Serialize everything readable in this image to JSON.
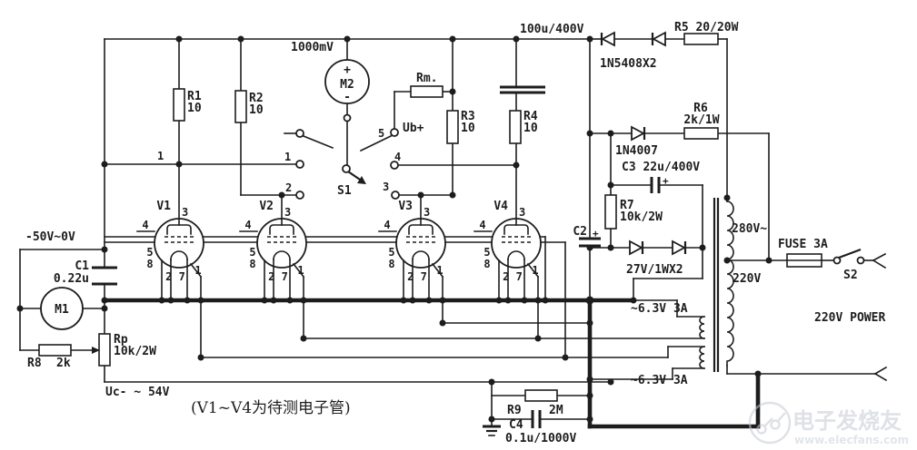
{
  "colors": {
    "ink": "#1d1d1d",
    "paper": "#ffffff",
    "watermark": "#c4c9d1"
  },
  "meters": {
    "m2_range": "1000mV",
    "m2": "M2",
    "m2_plus": "+",
    "m2_minus": "-",
    "m1": "M1"
  },
  "resistors": {
    "r1": "R1",
    "r1_v": "10",
    "r2": "R2",
    "r2_v": "10",
    "r3": "R3",
    "r3_v": "10",
    "r4": "R4",
    "r4_v": "10",
    "rm": "Rm.",
    "r5": "R5 20/20W",
    "r6": "R6",
    "r6_v": "2k/1W",
    "r7": "R7",
    "r7_v": "10k/2W",
    "r8": "R8",
    "r8_v": "2k",
    "r9": "R9",
    "r9_v": "2M",
    "rp": "Rp",
    "rp_v": "10k/2W"
  },
  "capacitors": {
    "c_main": "100u/400V",
    "c1": "C1",
    "c1_v": "0.22u",
    "c2": "C2",
    "c2_plus": "+",
    "c3": "C3  22u/400V",
    "c3_plus": "+",
    "c4": "C4",
    "c4_v": "0.1u/1000V"
  },
  "diodes": {
    "d_rect": "1N5408X2",
    "d_aux": "1N4007",
    "zeners": "27V/1WX2"
  },
  "switches": {
    "s1": "S1",
    "s2": "S2",
    "contact_1": "1",
    "contact_2": "2",
    "contact_3": "3",
    "contact_4": "4",
    "contact_5": "5",
    "ub": "Ub+"
  },
  "transformer": {
    "hv": "280V~",
    "mains": "220V",
    "heater_a": "~6.3V 3A",
    "heater_b": "~6.3V 3A"
  },
  "power": {
    "fuse": "FUSE 3A",
    "outlet": "220V  POWER"
  },
  "bias": {
    "grid_range": "-50V~0V",
    "uc": "Uc- ~ 54V"
  },
  "tubes": {
    "v1": "V1",
    "v2": "V2",
    "v3": "V3",
    "v4": "V4",
    "pin_top": "3",
    "pin_grid": "4",
    "pin_5": "5",
    "pin_8": "8",
    "pin_heaters": "2 7",
    "pin_1": "1"
  },
  "note": "(V1~V4为待测电子管)",
  "watermark": {
    "brand": "电子发烧友",
    "site": "www.elecfans.com"
  }
}
